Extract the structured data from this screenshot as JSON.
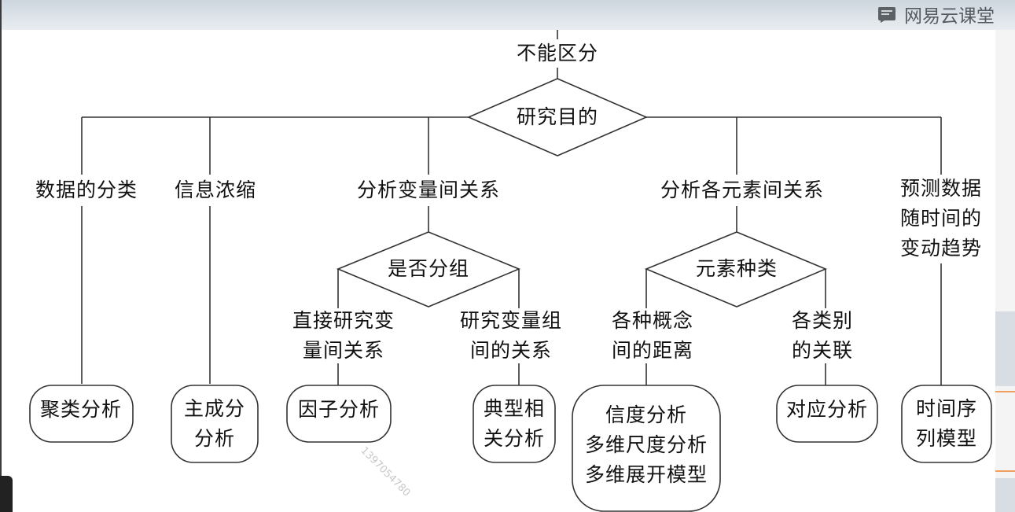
{
  "brand": {
    "name": "网易云课堂",
    "icon": "book-icon"
  },
  "watermark": "1397054780",
  "diagram": {
    "top": "不能区分",
    "purpose": "研究目的",
    "goals": {
      "classify": "数据的分类",
      "condense": "信息浓缩",
      "variables": "分析变量间关系",
      "elements": "分析各元素间关系",
      "forecast": "预测数据\n随时间的\n变动趋势"
    },
    "grouped": "是否分组",
    "direct": "直接研究变\n量间关系",
    "between_groups": "研究变量组\n间的关系",
    "element_type": "元素种类",
    "distance": "各种概念\n间的距离",
    "association": "各类别\n的关联",
    "methods": {
      "cluster": "聚类分析",
      "pca": "主成分\n分析",
      "factor": "因子分析",
      "cca": "典型相\n关分析",
      "mds": "信度分析\n多维尺度分析\n多维展开模型",
      "correspondence": "对应分析",
      "timeseries": "时间序\n列模型"
    }
  }
}
